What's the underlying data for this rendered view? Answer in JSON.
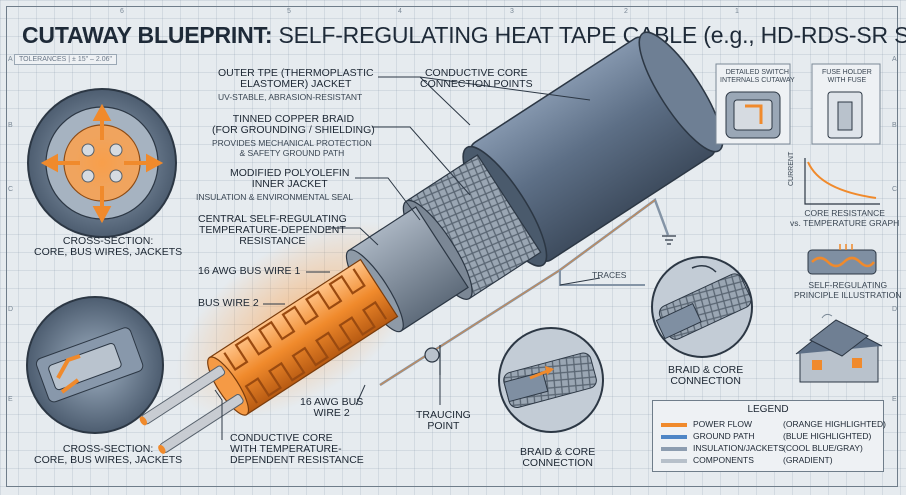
{
  "title": {
    "bold": "CUTAWAY BLUEPRINT:",
    "rest": "SELF-REGULATING HEAT TAPE CABLE (e.g., HD-RDS-SR Series)"
  },
  "tolerances": "TOLERANCES | ± 15\" – 2.06\"",
  "grid_markers": {
    "top": [
      "6",
      "5",
      "4",
      "3",
      "2",
      "1"
    ],
    "side": [
      "A",
      "B",
      "C",
      "D",
      "E"
    ]
  },
  "callouts": {
    "outer_jacket": [
      "OUTER TPE (THERMOPLASTIC",
      "ELASTOMER) JACKET"
    ],
    "outer_jacket_sub": "UV-STABLE, ABRASION-RESISTANT",
    "conductive_core_points": [
      "CONDUCTIVE CORE",
      "CONNECTION POINTS"
    ],
    "braid": [
      "TINNED COPPER BRAID",
      "(FOR GROUNDING / SHIELDING)"
    ],
    "braid_sub": [
      "PROVIDES MECHANICAL PROTECTION",
      "& SAFETY GROUND PATH"
    ],
    "inner_jacket": [
      "MODIFIED POLYOLEFIN",
      "INNER JACKET"
    ],
    "inner_jacket_sub": "INSULATION & ENVIRONMENTAL SEAL",
    "core": [
      "CENTRAL SELF-REGULATING",
      "TEMPERATURE-DEPENDENT",
      "RESISTANCE"
    ],
    "bus1": "16 AWG BUS WIRE 1",
    "bus2": "BUS WIRE 2",
    "bus2b": [
      "16 AWG BUS",
      "WIRE 2"
    ],
    "conductive_core_bottom": [
      "CONDUCTIVE CORE",
      "WITH TEMPERATURE-",
      "DEPENDENT RESISTANCE"
    ],
    "tracing_point": [
      "TRAUCING",
      "POINT"
    ],
    "traces": "TRACES",
    "braid_core_1": [
      "BRAID & CORE",
      "CONNECTION"
    ],
    "braid_core_2": [
      "BRAID & CORE",
      "CONNECTION"
    ],
    "cross_section_1": [
      "CROSS-SECTION:",
      "CORE, BUS WIRES, JACKETS"
    ],
    "cross_section_2": [
      "CROSS-SECTION:",
      "CORE, BUS WIRES, JACKETS"
    ]
  },
  "insets": {
    "switch": [
      "DETAILED SWITCH",
      "INTERNALS CUTAWAY"
    ],
    "fuse": [
      "FUSE HOLDER",
      "WITH FUSE"
    ],
    "graph_ylabel": "CURRENT",
    "graph": [
      "CORE RESISTANCE",
      "vs. TEMPERATURE GRAPH"
    ],
    "principle": [
      "SELF-REGULATING",
      "PRINCIPLE ILLUSTRATION"
    ]
  },
  "legend": {
    "title": "LEGEND",
    "rows": [
      {
        "label": "POWER FLOW",
        "note": "(ORANGE HIGHLIGHTED)",
        "color": "#f08a2c"
      },
      {
        "label": "GROUND PATH",
        "note": "(BLUE HIGHLIGHTED)",
        "color": "#4f86c6"
      },
      {
        "label": "INSULATION/JACKETS",
        "note": "(COOL BLUE/GRAY)",
        "color": "#8d9db0"
      },
      {
        "label": "COMPONENTS",
        "note": "(GRADIENT)",
        "color": "#b7c0ca"
      }
    ]
  },
  "colors": {
    "orange": "#f08a2c",
    "jacket": "#5d6f86",
    "ink": "#1d2733",
    "paper": "#e6ebef"
  }
}
